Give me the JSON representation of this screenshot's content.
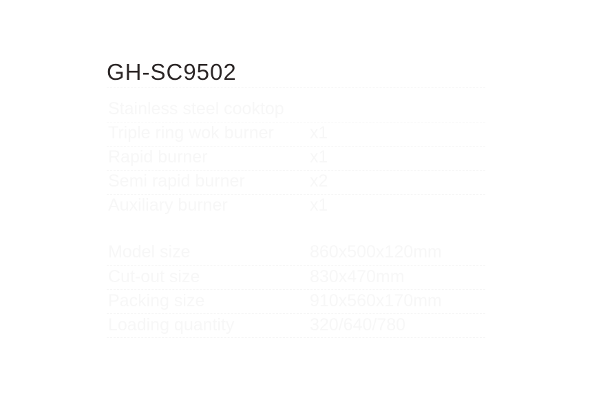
{
  "title": "GH-SC9502",
  "features": [
    {
      "label": "Stainless steel cooktop",
      "value": ""
    },
    {
      "label": "Triple ring wok burner",
      "value": "x1"
    },
    {
      "label": "Rapid burner",
      "value": "x1"
    },
    {
      "label": "Semi rapid burner",
      "value": "x2"
    },
    {
      "label": "Auxiliary burner",
      "value": "x1"
    }
  ],
  "specs": [
    {
      "label": "Model size",
      "value": "860x500x120mm"
    },
    {
      "label": "Cut-out size",
      "value": "830x470mm"
    },
    {
      "label": "Packing size",
      "value": "910x560x170mm"
    },
    {
      "label": "Loading quantity",
      "value": "320/640/780"
    }
  ]
}
